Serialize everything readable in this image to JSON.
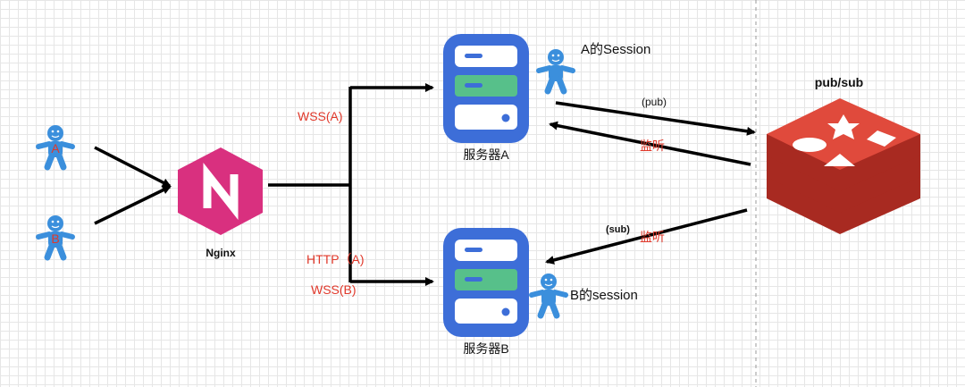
{
  "users": [
    {
      "label": "A"
    },
    {
      "label": "B"
    }
  ],
  "nginx": {
    "label": "Nginx"
  },
  "routes": {
    "to_a": "WSS(A)",
    "to_b_http": "HTTP（A)",
    "to_b_wss": "WSS(B)"
  },
  "servers": [
    {
      "label": "服务器A",
      "session": "A的Session"
    },
    {
      "label": "服务器B",
      "session": "B的session"
    }
  ],
  "pubsub": {
    "title": "pub/sub",
    "pub_label": "(pub)",
    "listen_a": "监听",
    "sub_label": "(sub)",
    "listen_b": "监听"
  },
  "colors": {
    "server_blue": "#3d6ed8",
    "server_green": "#57c08a",
    "person_blue": "#3b8fdc",
    "nginx_pink": "#d9307f",
    "redis_red": "#d93b2e",
    "label_red": "#e0382a"
  },
  "icons": {
    "user": "person-icon",
    "nginx": "nginx-hexagon-icon",
    "server": "server-icon",
    "redis": "redis-stack-icon"
  }
}
